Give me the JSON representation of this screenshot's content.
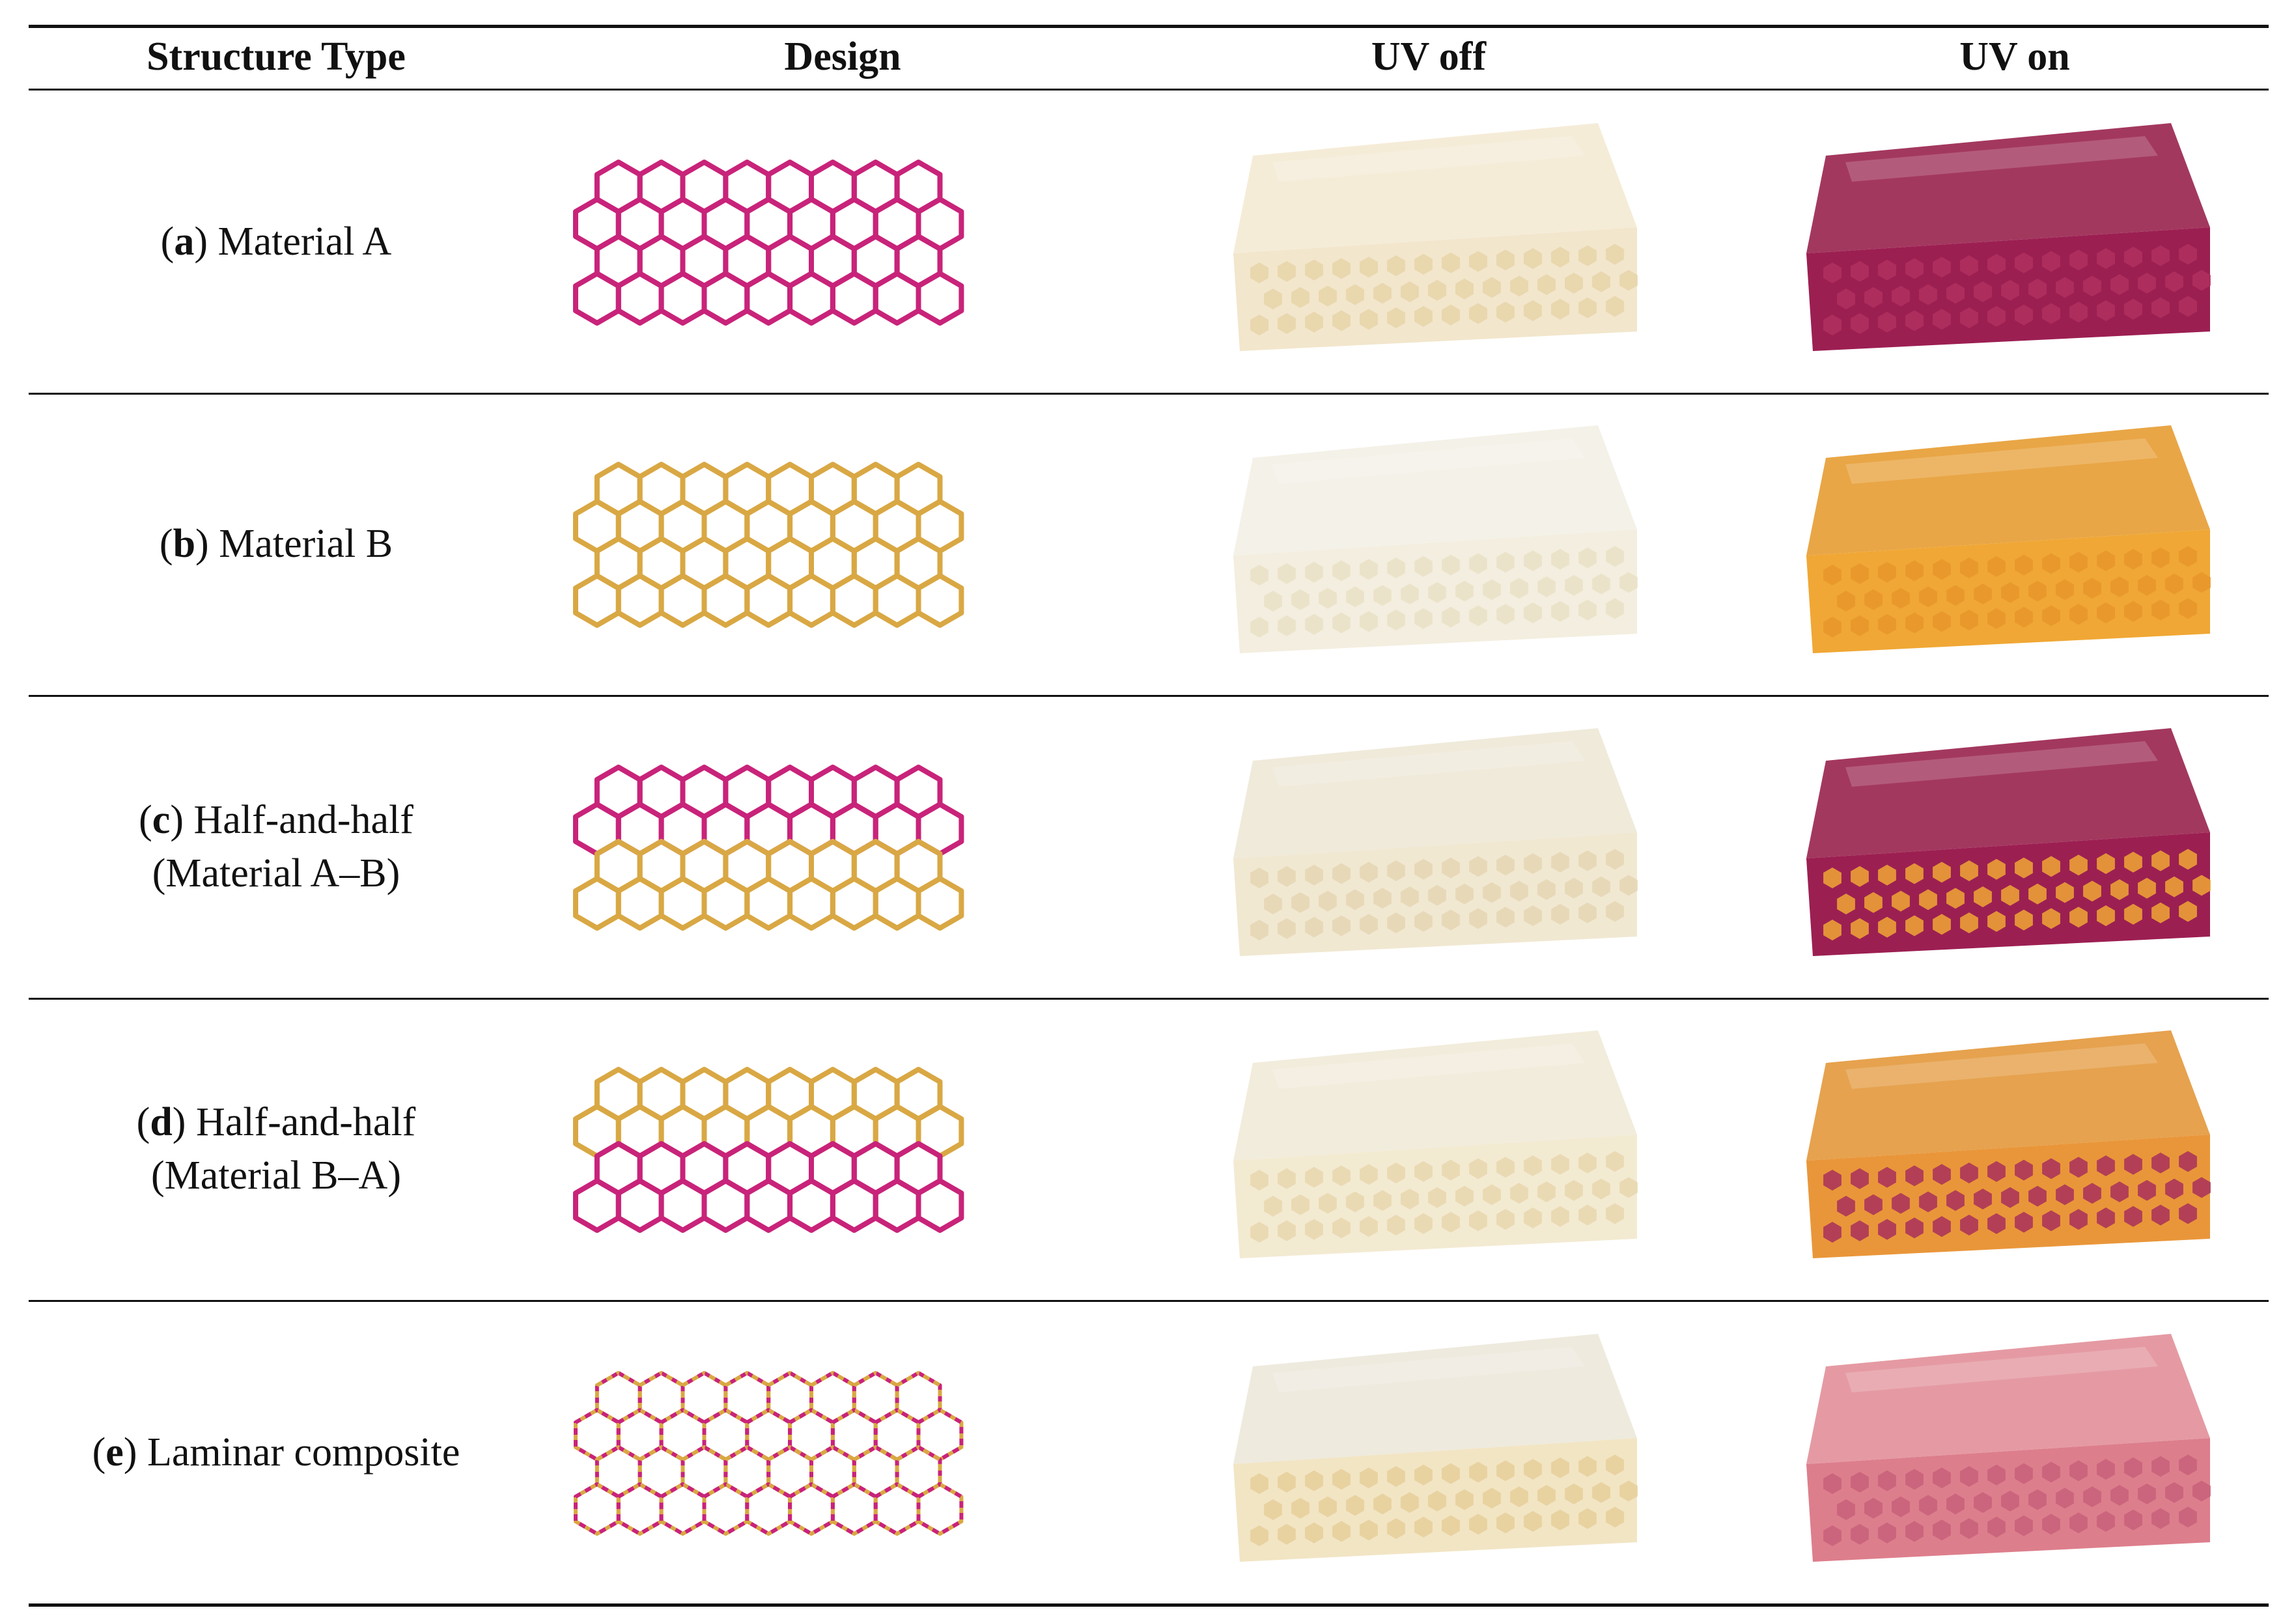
{
  "table": {
    "columns": [
      "Structure Type",
      "Design",
      "UV off",
      "UV on"
    ],
    "rows": [
      {
        "letter": "a",
        "label_line1": "Material A",
        "label_line2": "",
        "design": "magenta",
        "uv_off": {
          "body": "#f2e6cc",
          "cell": "#e8d3a8",
          "top": "#f5ecd8"
        },
        "uv_on": {
          "body": "#9c1f52",
          "cell": "#b0305f",
          "top": "#a3385e"
        }
      },
      {
        "letter": "b",
        "label_line1": "Material B",
        "label_line2": "",
        "design": "amber",
        "uv_off": {
          "body": "#f3eedf",
          "cell": "#e9e0c6",
          "top": "#f4f1e8"
        },
        "uv_on": {
          "body": "#f0a735",
          "cell": "#e8962a",
          "top": "#e9a646"
        }
      },
      {
        "letter": "c",
        "label_line1": "Half-and-half",
        "label_line2": "(Material A–B)",
        "design": "magenta-amber",
        "uv_off": {
          "body": "#f1e8d2",
          "cell": "#e5d6b4",
          "top": "#f0eadb"
        },
        "uv_on": {
          "body": "#9c1f52",
          "cell": "#f0a735",
          "top": "#a3385e"
        }
      },
      {
        "letter": "d",
        "label_line1": "Half-and-half",
        "label_line2": "(Material B–A)",
        "design": "amber-magenta",
        "uv_off": {
          "body": "#f3ead2",
          "cell": "#e8d7ae",
          "top": "#f2ecdc"
        },
        "uv_on": {
          "body": "#e9963a",
          "cell": "#a8305c",
          "top": "#e6a24e"
        }
      },
      {
        "letter": "e",
        "label_line1": "Laminar composite",
        "label_line2": "",
        "design": "laminar",
        "uv_off": {
          "body": "#f2e5c4",
          "cell": "#e6cf9a",
          "top": "#eeeade"
        },
        "uv_on": {
          "body": "#dd7e8c",
          "cell": "#c8607a",
          "top": "#e59aa3"
        }
      }
    ]
  },
  "colors": {
    "material_a": "#c8237a",
    "material_b": "#d9a844",
    "rule": "#111111"
  }
}
